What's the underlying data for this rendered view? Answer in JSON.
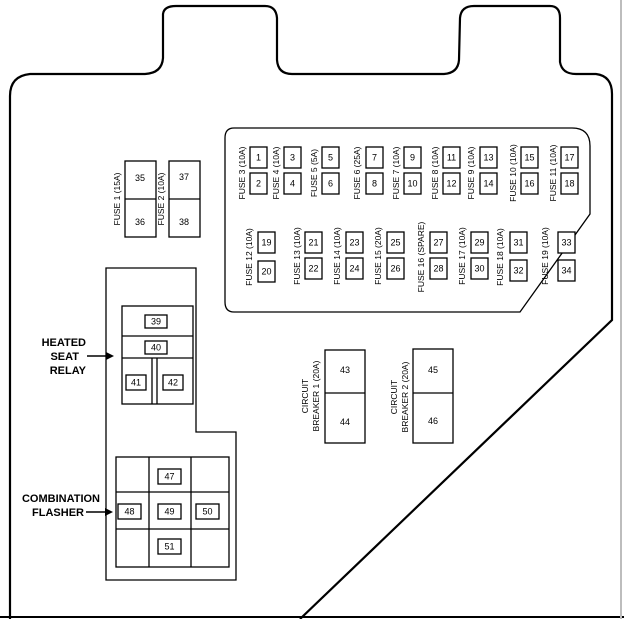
{
  "side_labels": {
    "heated_seat_relay": [
      "HEATED",
      "SEAT",
      "RELAY"
    ],
    "combination_flasher": [
      "COMBINATION",
      "FLASHER"
    ]
  },
  "fuse_labels": {
    "f1": "FUSE 1 (15A)",
    "f2": "FUSE 2 (10A)",
    "f3": "FUSE 3 (10A)",
    "f4": "FUSE 4 (10A)",
    "f5": "FUSE 5 (5A)",
    "f6": "FUSE 6 (25A)",
    "f7": "FUSE 7 (10A)",
    "f8": "FUSE 8 (10A)",
    "f9": "FUSE 9 (10A)",
    "f10": "FUSE 10 (10A)",
    "f11": "FUSE 11 (10A)",
    "f12": "FUSE 12 (10A)",
    "f13": "FUSE 13 (10A)",
    "f14": "FUSE 14 (10A)",
    "f15": "FUSE 15 (20A)",
    "f16": "FUSE 16 (SPARE)",
    "f17": "FUSE 17 (10A)",
    "f18": "FUSE 18 (10A)",
    "f19": "FUSE 19 (10A)"
  },
  "breaker_labels": {
    "cb1": [
      "CIRCUIT",
      "BREAKER 1 (20A)"
    ],
    "cb2": [
      "CIRCUIT",
      "BREAKER 2 (20A)"
    ]
  },
  "cavities": {
    "c1": "1",
    "c2": "2",
    "c3": "3",
    "c4": "4",
    "c5": "5",
    "c6": "6",
    "c7": "7",
    "c8": "8",
    "c9": "9",
    "c10": "10",
    "c11": "11",
    "c12": "12",
    "c13": "13",
    "c14": "14",
    "c15": "15",
    "c16": "16",
    "c17": "17",
    "c18": "18",
    "c19": "19",
    "c20": "20",
    "c21": "21",
    "c22": "22",
    "c23": "23",
    "c24": "24",
    "c25": "25",
    "c26": "26",
    "c27": "27",
    "c28": "28",
    "c29": "29",
    "c30": "30",
    "c31": "31",
    "c32": "32",
    "c33": "33",
    "c34": "34",
    "c35": "35",
    "c36": "36",
    "c37": "37",
    "c38": "38",
    "c39": "39",
    "c40": "40",
    "c41": "41",
    "c42": "42",
    "c43": "43",
    "c44": "44",
    "c45": "45",
    "c46": "46",
    "c47": "47",
    "c48": "48",
    "c49": "49",
    "c50": "50",
    "c51": "51"
  }
}
